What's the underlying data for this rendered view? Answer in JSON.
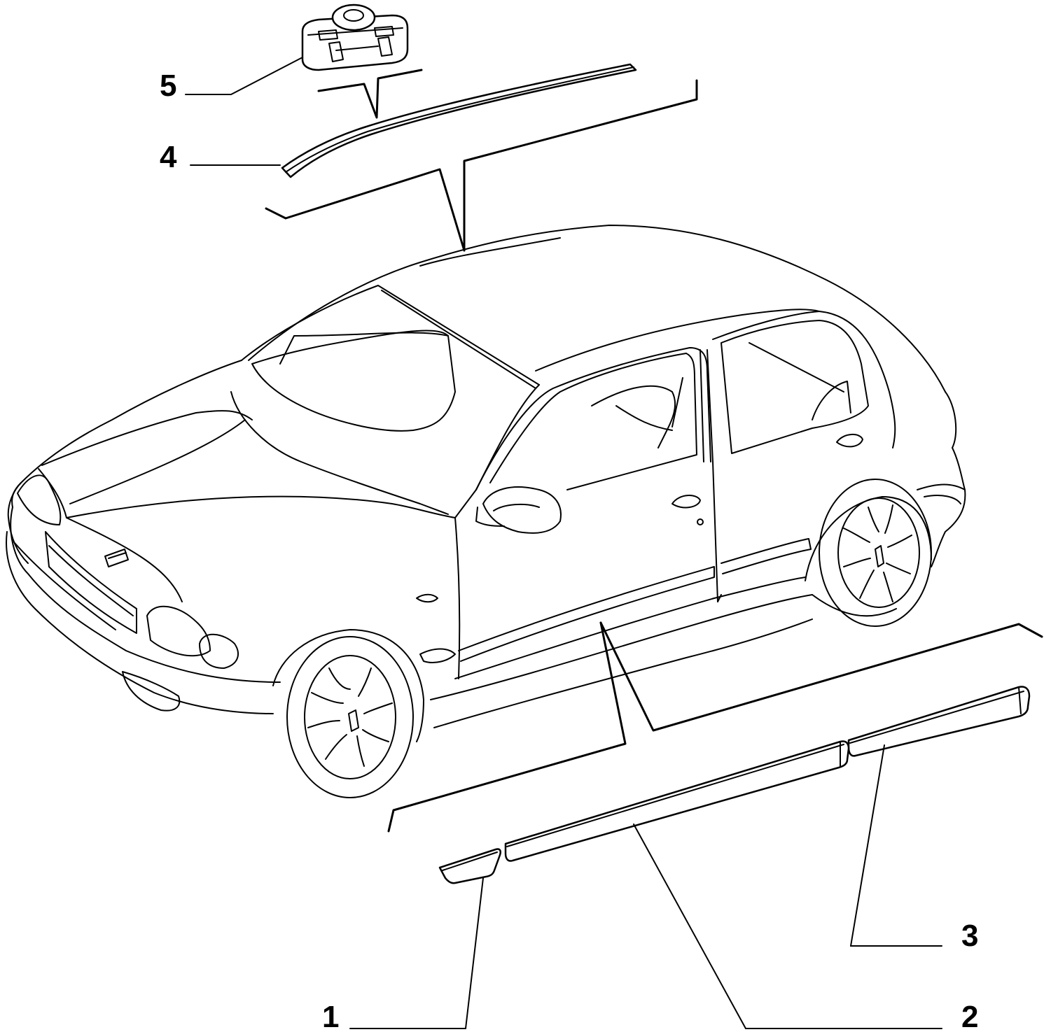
{
  "callouts": {
    "c1": "1",
    "c2": "2",
    "c3": "3",
    "c4": "4",
    "c5": "5"
  }
}
